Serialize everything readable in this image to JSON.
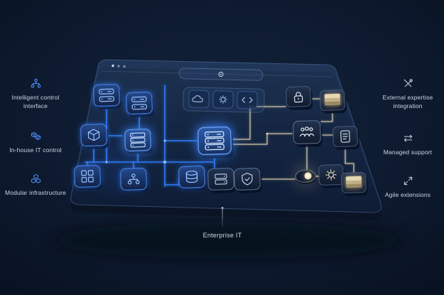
{
  "scene": {
    "background_color": "#0b1526",
    "accent_blue": "#2f7df5",
    "accent_warm": "#e3d6b8",
    "text_color": "#ccd6e3"
  },
  "left_features": {
    "items": [
      {
        "label": "Intelligent control interface",
        "icon": "hierarchy-icon"
      },
      {
        "label": "In-house IT control",
        "icon": "cube-stack-icon"
      },
      {
        "label": "Modular infrastructure",
        "icon": "modular-cubes-icon"
      }
    ]
  },
  "right_features": {
    "items": [
      {
        "label": "External expertise integration",
        "icon": "crossed-tools-icon"
      },
      {
        "label": "Managed support",
        "icon": "left-right-arrows-icon"
      },
      {
        "label": "Agile extensions",
        "icon": "diagonal-expand-arrows-icon"
      }
    ]
  },
  "caption": {
    "label": "Enterprise IT"
  },
  "board": {
    "window_controls": [
      "dot",
      "dot",
      "dot"
    ],
    "toolbar_icons": [
      "gear-icon"
    ],
    "tray_icons": [
      "cloud-icon",
      "gear-icon",
      "code-icon"
    ],
    "node_icons": [
      "server-icon",
      "server-icon",
      "cube-icon",
      "server-stack-icon",
      "apps-grid-icon",
      "network-tree-icon",
      "core-server-icon",
      "database-icon",
      "storage-icon",
      "shield-icon",
      "lock-icon",
      "card-stack-icon",
      "team-icon",
      "document-icon",
      "gear-icon",
      "card-stack-icon",
      "toggle-switch-icon"
    ]
  }
}
